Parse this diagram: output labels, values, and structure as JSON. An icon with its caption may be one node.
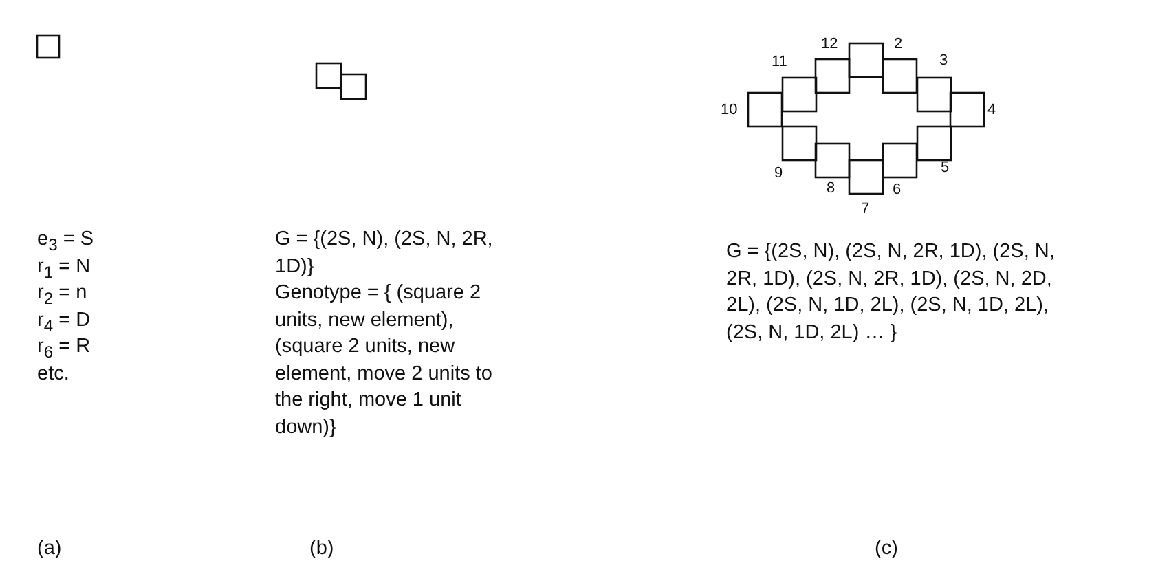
{
  "diagram": {
    "labels": [
      "e$_{3}$ = S",
      "r$_{1}$ = N",
      "r$_{2}$ = n",
      "r$_{4}$ = D",
      "r$_{6}$ = R",
      "etc.",
      "G = {(2S, N), (2S, N, 2R, 1D)}",
      "Genotype = { (square 2 units, new element), (square 2 units, new element, move 2 units to the right, move 1 unit down)}",
      "G = {(2S, N), (2S, N, 2R, 1D), (2S, N, 2R, 1D), (2S, N, 2R, 1D), (2S, N, 2D, 2L), (2S, N, 1D, 2L), (2S, N, 1D, 2L), (2S, N, 1D, 2L) …  }",
      "(a)",
      "(b)",
      "(c)",
      "12",
      "2",
      "3",
      "4",
      "5",
      "6",
      "7",
      "8",
      "9",
      "10",
      "11"
    ]
  }
}
